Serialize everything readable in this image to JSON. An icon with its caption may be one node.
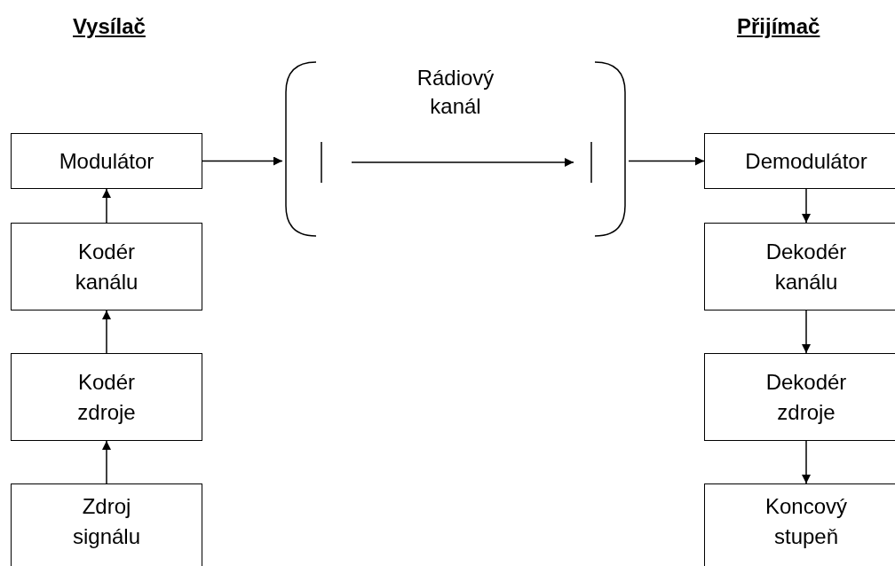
{
  "diagram": {
    "nodes": [
      {
        "text": [
          "Modulátor"
        ]
      },
      {
        "text": [
          "Kodér kanálu"
        ]
      },
      {
        "text": [
          "Kodér zdroje"
        ]
      },
      {
        "text": [
          "Zdroj signálu"
        ]
      },
      {
        "text": [
          "Rádiový kanál"
        ]
      },
      {
        "text": [],
        "shape": "bar",
        "in": 4
      },
      {
        "text": [],
        "shape": "bar",
        "in": 4
      },
      {
        "text": [
          "Demodulátor"
        ]
      },
      {
        "text": [
          "Dekodér kanálu"
        ]
      },
      {
        "text": [
          "Dekodér zdroje"
        ]
      },
      {
        "text": [
          "Koncový stupeň"
        ]
      }
    ],
    "edges": [
      {
        "from": 3,
        "to": 2,
        "arrow": "to"
      },
      {
        "from": 2,
        "to": 1,
        "arrow": "to"
      },
      {
        "from": 1,
        "to": 0,
        "arrow": "to"
      },
      {
        "from": 0,
        "to": 4,
        "arrow": "to"
      },
      {
        "from": 5,
        "to": 6,
        "arrow": "to"
      },
      {
        "from": 4,
        "to": 7,
        "arrow": "to"
      },
      {
        "from": 7,
        "to": 8,
        "arrow": "to"
      },
      {
        "from": 8,
        "to": 9,
        "arrow": "to"
      },
      {
        "from": 9,
        "to": 10,
        "arrow": "to"
      }
    ],
    "labels": [
      "Vysílač",
      "Přijímač"
    ]
  }
}
